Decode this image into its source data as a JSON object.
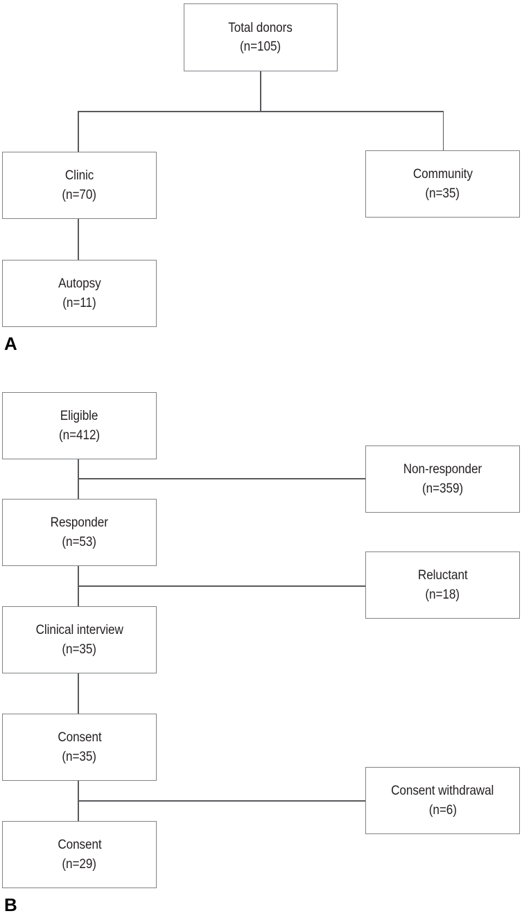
{
  "figure": {
    "type": "flowchart",
    "description": "Two-panel participant flow diagram",
    "line_color": "#58595b",
    "box_border_color": "#808285",
    "text_color": "#231f20",
    "background": "#ffffff"
  },
  "panels": [
    {
      "label": "A",
      "nodes": [
        {
          "id": "total-donors",
          "title": "Total donors",
          "count": "(n=105)"
        },
        {
          "id": "clinic",
          "title": "Clinic",
          "count": "(n=70)"
        },
        {
          "id": "community",
          "title": "Community",
          "count": "(n=35)"
        },
        {
          "id": "autopsy",
          "title": "Autopsy",
          "count": "(n=11)"
        }
      ],
      "edges": [
        {
          "from": "total-donors",
          "to": "clinic"
        },
        {
          "from": "total-donors",
          "to": "community"
        },
        {
          "from": "clinic",
          "to": "autopsy"
        }
      ]
    },
    {
      "label": "B",
      "nodes": [
        {
          "id": "eligible",
          "title": "Eligible",
          "count": "(n=412)"
        },
        {
          "id": "non-responder",
          "title": "Non-responder",
          "count": "(n=359)"
        },
        {
          "id": "responder",
          "title": "Responder",
          "count": "(n=53)"
        },
        {
          "id": "reluctant",
          "title": "Reluctant",
          "count": "(n=18)"
        },
        {
          "id": "clinical-interview",
          "title": "Clinical interview",
          "count": "(n=35)"
        },
        {
          "id": "consent-initial",
          "title": "Consent",
          "count": "(n=35)"
        },
        {
          "id": "consent-withdrawal",
          "title": "Consent withdrawal",
          "count": "(n=6)"
        },
        {
          "id": "consent-final",
          "title": "Consent",
          "count": "(n=29)"
        }
      ],
      "edges": [
        {
          "from": "eligible",
          "to": "non-responder"
        },
        {
          "from": "eligible",
          "to": "responder"
        },
        {
          "from": "responder",
          "to": "reluctant"
        },
        {
          "from": "responder",
          "to": "clinical-interview"
        },
        {
          "from": "clinical-interview",
          "to": "consent-initial"
        },
        {
          "from": "consent-initial",
          "to": "consent-withdrawal"
        },
        {
          "from": "consent-initial",
          "to": "consent-final"
        }
      ]
    }
  ]
}
